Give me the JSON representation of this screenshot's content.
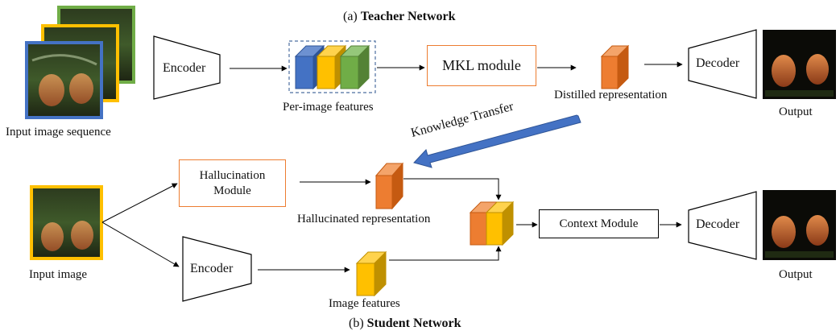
{
  "teacher": {
    "caption_prefix": "(a)",
    "caption_title": "Teacher Network",
    "input_label": "Input image sequence",
    "encoder": "Encoder",
    "features_label": "Per-image features",
    "mkl": "MKL module",
    "distilled_label": "Distilled  representation",
    "decoder": "Decoder",
    "output_label": "Output"
  },
  "transfer": {
    "label": "Knowledge  Transfer"
  },
  "student": {
    "caption_prefix": "(b)",
    "caption_title": "Student  Network",
    "input_label": "Input image",
    "hallucination": "Hallucination Module",
    "hallucinated_label": "Hallucinated  representation",
    "encoder": "Encoder",
    "features_label": "Image features",
    "context": "Context Module",
    "decoder": "Decoder",
    "output_label": "Output"
  },
  "colors": {
    "blue": "#4472c4",
    "yellow": "#ffc000",
    "green": "#70ad47",
    "orange": "#ed7d31",
    "arrow_blue": "#4472c4"
  }
}
